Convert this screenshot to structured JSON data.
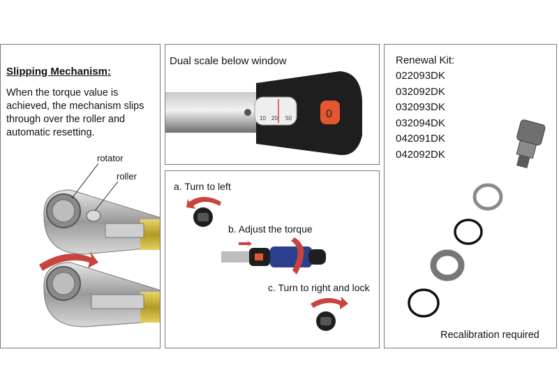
{
  "left": {
    "heading": "Slipping Mechanism:",
    "desc_lines": [
      "When the torque value is",
      "achieved, the mechanism slips",
      "through over the roller and",
      "automatic resetting."
    ],
    "label_rotator": "rotator",
    "label_roller": "roller"
  },
  "top_middle": {
    "title": "Dual scale below window",
    "scale_numbers": [
      "10",
      "20",
      "50"
    ],
    "knob_digit": "0"
  },
  "bottom_middle": {
    "step_a": "a. Turn to left",
    "step_b": "b. Adjust the torque",
    "step_c": "c. Turn to right and lock"
  },
  "right": {
    "title": "Renewal Kit:",
    "parts": [
      "022093DK",
      "032092DK",
      "032093DK",
      "032094DK",
      "042091DK",
      "042092DK"
    ],
    "note": "Recalibration required"
  },
  "colors": {
    "accent_red": "#c8453f",
    "knob_orange": "#e4572e",
    "grip_blue": "#2a3f8e"
  }
}
